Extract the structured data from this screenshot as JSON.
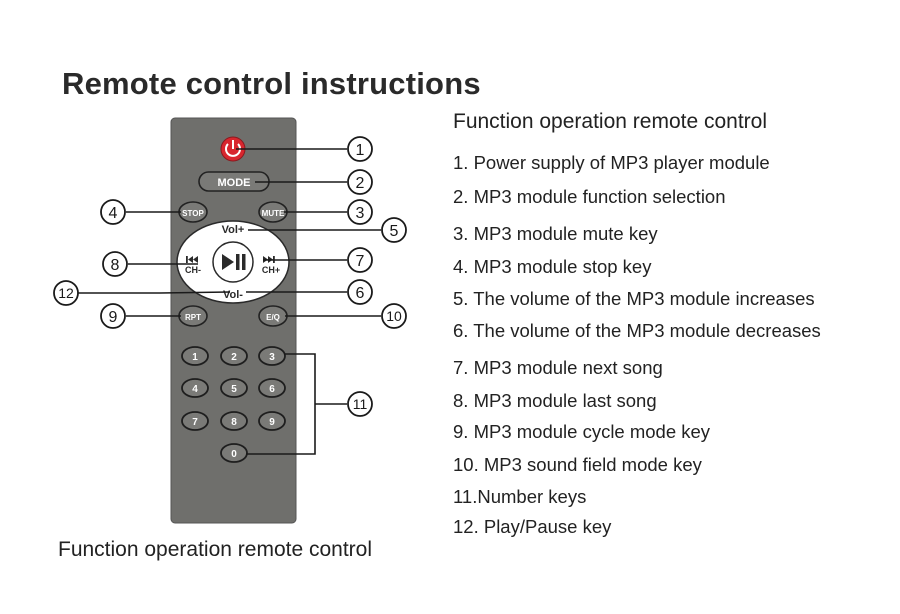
{
  "title": "Remote control instructions",
  "caption": "Function operation remote control",
  "function_panel": {
    "heading": "Function operation remote control",
    "items": [
      "1. Power supply of MP3 player module",
      "2. MP3 module function selection",
      "3. MP3 module mute key",
      "4. MP3 module stop key",
      "5. The volume of the MP3 module increases",
      "6. The volume of the MP3 module decreases",
      "7. MP3 module next song",
      "8. MP3 module last song",
      "9. MP3 module cycle mode key",
      "10. MP3 sound field mode key",
      "11.Number keys",
      "12. Play/Pause key"
    ]
  },
  "remote": {
    "body_color": "#6f6f6c",
    "power_color": "#d8262e",
    "button_labels": {
      "mode": "MODE",
      "stop": "STOP",
      "mute": "MUTE",
      "vol_up": "Vol+",
      "vol_down": "Vol-",
      "prev": "CH-",
      "next": "CH+",
      "repeat": "RPT",
      "eq": "E/Q",
      "numbers": [
        "1",
        "2",
        "3",
        "4",
        "5",
        "6",
        "7",
        "8",
        "9",
        "0"
      ]
    },
    "callouts": [
      "1",
      "2",
      "3",
      "4",
      "5",
      "6",
      "7",
      "8",
      "9",
      "10",
      "11",
      "12"
    ]
  }
}
